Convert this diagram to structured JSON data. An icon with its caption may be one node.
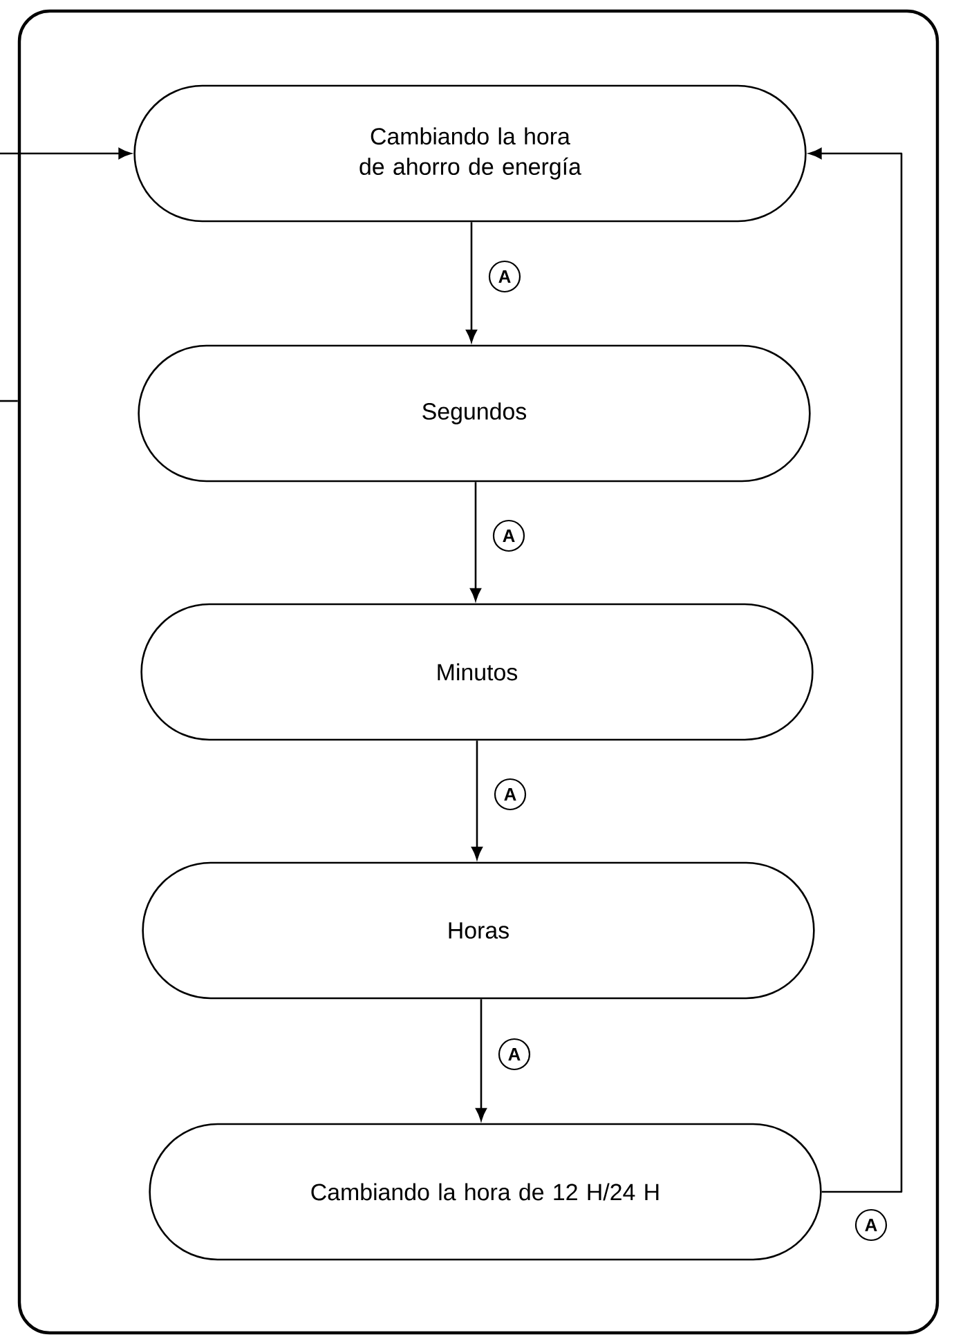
{
  "diagram": {
    "nodes": [
      {
        "text": [],
        "shape": "box"
      },
      {
        "text": [
          "Cambiando la hora de ahorro de energía"
        ],
        "in": 0
      },
      {
        "text": [
          "Segundos"
        ],
        "in": 0
      },
      {
        "text": [
          "Minutos"
        ],
        "in": 0
      },
      {
        "text": [
          "Horas"
        ],
        "in": 0
      },
      {
        "text": [
          "Cambiando la hora de 12 H/24 H"
        ],
        "in": 0
      }
    ],
    "edges": [
      {
        "from": null,
        "to": 1,
        "arrow": "to"
      },
      {
        "from": null,
        "to": 0,
        "arrow": "none"
      },
      {
        "from": 1,
        "to": 2,
        "arrow": "to",
        "label": "A"
      },
      {
        "from": 2,
        "to": 3,
        "arrow": "to",
        "label": "A"
      },
      {
        "from": 3,
        "to": 4,
        "arrow": "to",
        "label": "A"
      },
      {
        "from": 4,
        "to": 5,
        "arrow": "to",
        "label": "A"
      },
      {
        "from": 5,
        "to": 1,
        "arrow": "to",
        "label": "A"
      }
    ]
  }
}
